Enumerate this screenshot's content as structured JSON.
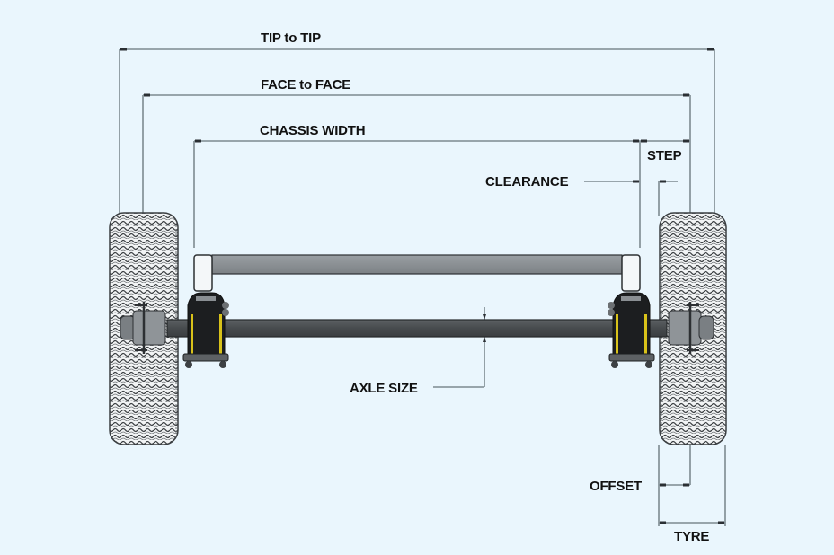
{
  "diagram": {
    "title": "Trailer axle dimension diagram",
    "colors": {
      "background": "#eaf6fd",
      "dimension_line": "#7d8a90",
      "axle": "#4d5154",
      "chassis": "#8a8f93",
      "spring_accent": "#d8c21a",
      "text": "#111111"
    },
    "labels": {
      "tip_to_tip": "TIP to TIP",
      "face_to_face": "FACE to FACE",
      "chassis_width": "CHASSIS WIDTH",
      "step": "STEP",
      "clearance": "CLEARANCE",
      "axle_size": "AXLE SIZE",
      "offset": "OFFSET",
      "tyre": "TYRE"
    },
    "components": [
      "left-tyre",
      "right-tyre",
      "chassis-beam",
      "axle-beam",
      "left-spring-hanger",
      "right-spring-hanger",
      "left-hub",
      "right-hub"
    ]
  }
}
